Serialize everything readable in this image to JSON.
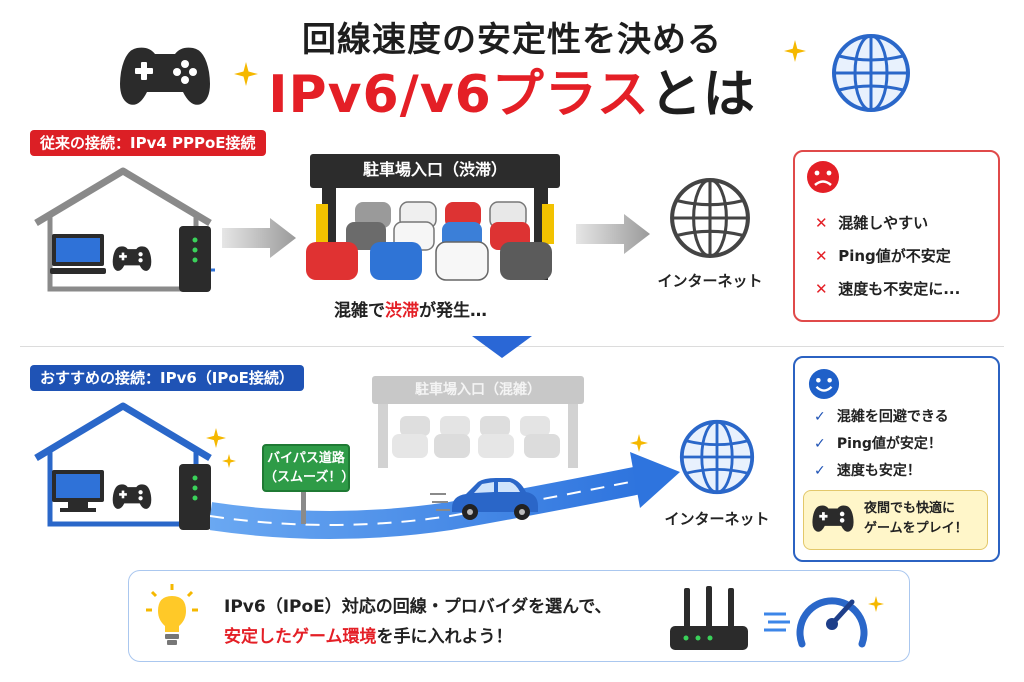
{
  "header": {
    "title_line1": "回線速度の安定性を決める",
    "title_line2_accent": "IPv6/v6プラス",
    "title_line2_suffix": "とは"
  },
  "ipv4_section": {
    "label": "従来の接続：IPv4 PPPoE接続",
    "gate_label": "駐車場入口（渋滞）",
    "jam_prefix": "混雑で",
    "jam_accent": "渋滞",
    "jam_suffix": "が発生…",
    "internet_label": "インターネット",
    "card_items": [
      "混雑しやすい",
      "Ping値が不安定",
      "速度も不安定に..."
    ]
  },
  "ipv6_section": {
    "label": "おすすめの接続：IPv6（IPoE接続）",
    "gate_label": "駐車場入口（混雑）",
    "bypass_line1": "バイパス道路",
    "bypass_line2": "（スムーズ！）",
    "internet_label": "インターネット",
    "card_items": [
      "混雑を回避できる",
      "Ping値が安定！",
      "速度も安定！"
    ],
    "night_line1": "夜間でも快適に",
    "night_line2": "ゲームをプレイ！"
  },
  "bottom": {
    "line1": "IPv6（IPoE）対応の回線・プロバイダを選んで、",
    "line2_accent": "安定したゲーム環境",
    "line2_suffix": "を手に入れよう！"
  },
  "colors": {
    "accent_red": "#e41f26",
    "accent_blue": "#1f53b5",
    "bypass_green": "#2e9b47",
    "road_blue": "#3c86e8"
  },
  "icons": {
    "x_mark": "✕",
    "check_mark": "✓"
  }
}
